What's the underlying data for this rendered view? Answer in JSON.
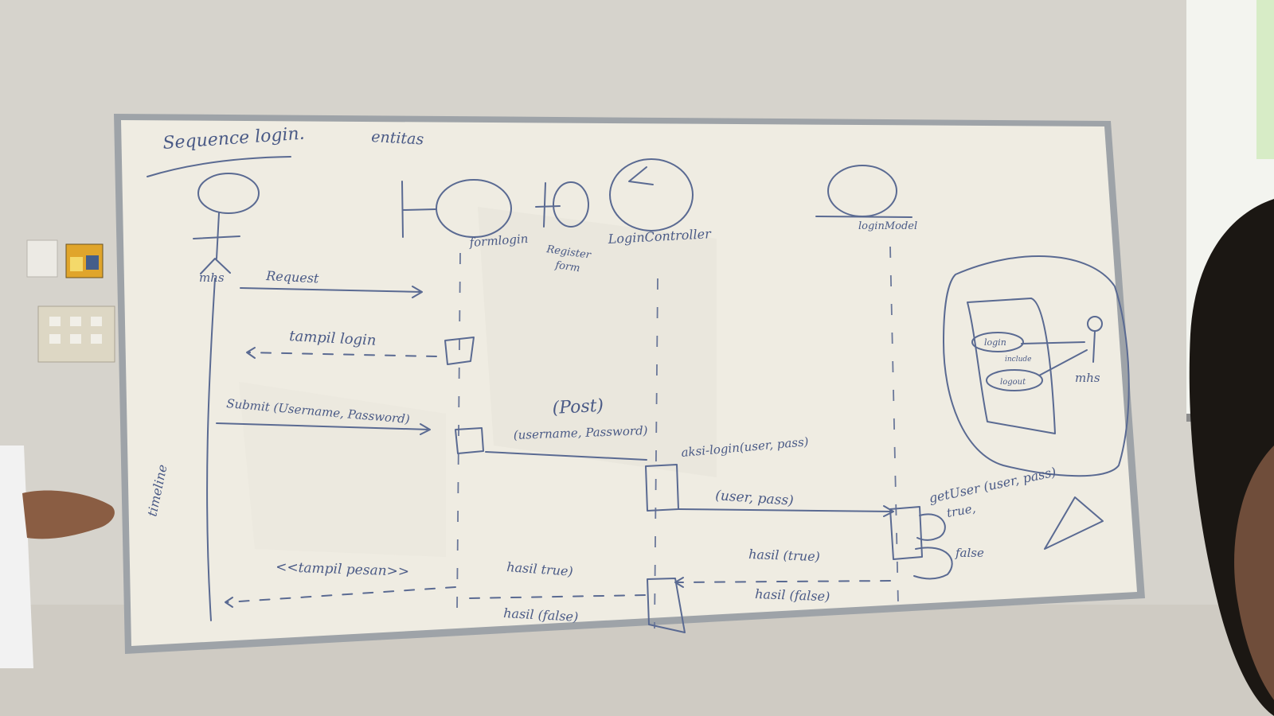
{
  "whiteboard": {
    "title": "Sequence login.",
    "header_note": "entitas",
    "actors": {
      "mhs": "mhs",
      "formlogin": "formlogin",
      "register_form_1": "Register",
      "register_form_2": "form",
      "logincontroller": "LoginController",
      "loginmodel": "loginModel"
    },
    "messages": {
      "request": "Request",
      "tampil_login": "tampil login",
      "submit": "Submit (Username, Password)",
      "post": "(Post)",
      "post_params": "(username, Password)",
      "aksi_login": "aksi-login(user, pass)",
      "user_pass": "(user, pass)",
      "getuser": "getUser (user, pass)",
      "true": "true,",
      "false": "false",
      "hasil_true_model": "hasil (true)",
      "hasil_false_model": "hasil (false)",
      "hasil_true_form": "hasil true)",
      "hasil_false_form": "hasil (false)",
      "tampil_pesan": "<<tampil pesan>>"
    },
    "side_label": "timeline",
    "use_case": {
      "login": "login",
      "include": "include",
      "logout": "logout",
      "actor": "mhs"
    }
  },
  "colors": {
    "board": "#efece2",
    "frame": "#9ea3a8",
    "marker": "#4a5a86",
    "wall": "#d8d5cf"
  }
}
